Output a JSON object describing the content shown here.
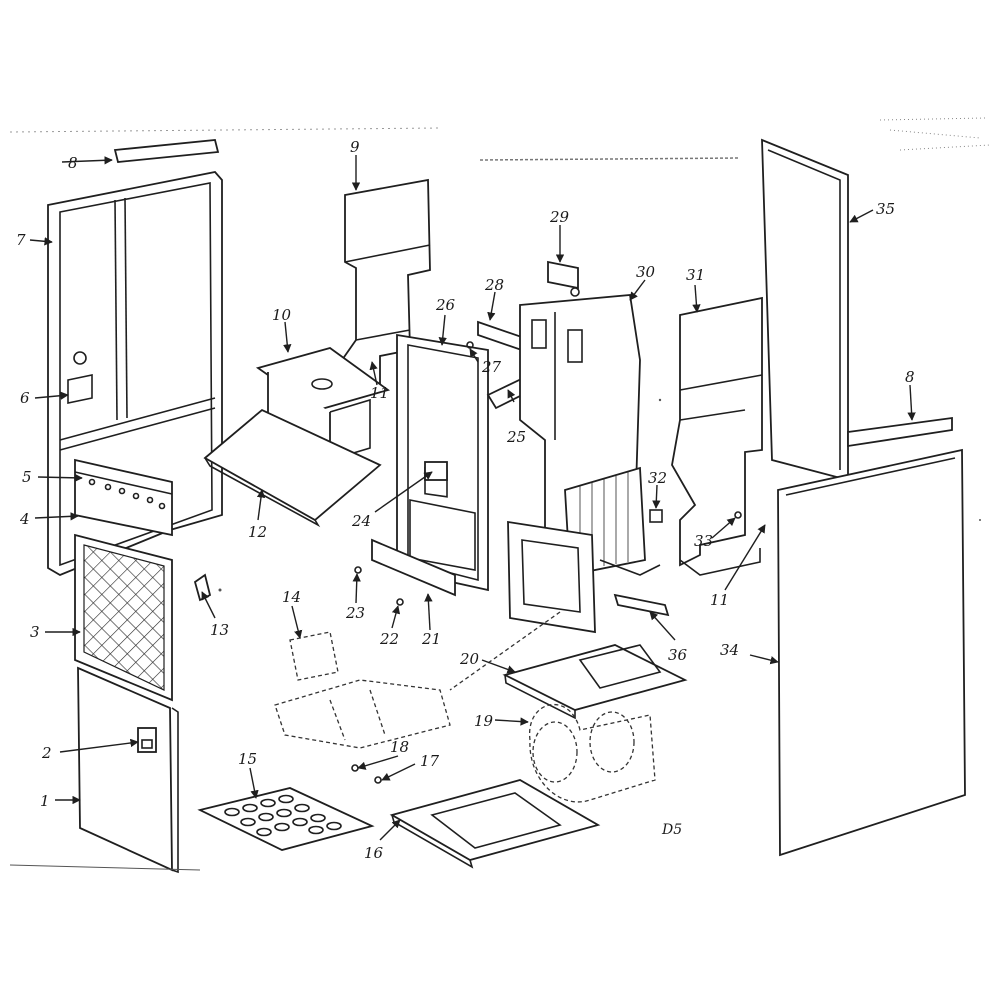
{
  "diagram": {
    "code": "D5",
    "part_numbers": [
      "1",
      "2",
      "3",
      "4",
      "5",
      "6",
      "7",
      "8",
      "8",
      "9",
      "10",
      "11",
      "11",
      "12",
      "13",
      "14",
      "15",
      "16",
      "17",
      "18",
      "19",
      "20",
      "21",
      "22",
      "23",
      "24",
      "25",
      "26",
      "27",
      "28",
      "29",
      "30",
      "31",
      "32",
      "33",
      "34",
      "35",
      "36"
    ]
  }
}
